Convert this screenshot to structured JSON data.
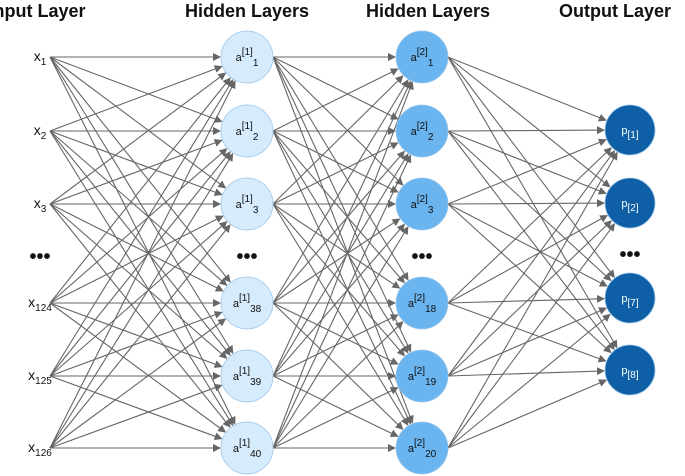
{
  "headers": [
    "Input Layer",
    "Hidden Layers",
    "Hidden Layers",
    "Output Layer"
  ],
  "layers": [
    {
      "nodes": [
        {
          "base": "x",
          "sub": "1"
        },
        {
          "base": "x",
          "sub": "2"
        },
        {
          "base": "x",
          "sub": "3"
        },
        {
          "ellipsis": "•••"
        },
        {
          "base": "x",
          "sub": "124"
        },
        {
          "base": "x",
          "sub": "125"
        },
        {
          "base": "x",
          "sub": "126"
        }
      ]
    },
    {
      "fill": "#d6ebfb",
      "nodes": [
        {
          "base": "a",
          "sup": "[1]",
          "sub": "1"
        },
        {
          "base": "a",
          "sup": "[1]",
          "sub": "2"
        },
        {
          "base": "a",
          "sup": "[1]",
          "sub": "3"
        },
        {
          "ellipsis": "•••"
        },
        {
          "base": "a",
          "sup": "[1]",
          "sub": "38"
        },
        {
          "base": "a",
          "sup": "[1]",
          "sub": "39"
        },
        {
          "base": "a",
          "sup": "[1]",
          "sub": "40"
        }
      ]
    },
    {
      "fill": "#6ab4ef",
      "nodes": [
        {
          "base": "a",
          "sup": "[2]",
          "sub": "1"
        },
        {
          "base": "a",
          "sup": "[2]",
          "sub": "2"
        },
        {
          "base": "a",
          "sup": "[2]",
          "sub": "3"
        },
        {
          "ellipsis": "•••"
        },
        {
          "base": "a",
          "sup": "[2]",
          "sub": "18"
        },
        {
          "base": "a",
          "sup": "[2]",
          "sub": "19"
        },
        {
          "base": "a",
          "sup": "[2]",
          "sub": "20"
        }
      ]
    },
    {
      "fill": "#0e5fa6",
      "nodes": [
        {
          "base": "p",
          "sub": "[1]"
        },
        {
          "base": "p",
          "sub": "[2]"
        },
        {
          "ellipsis": "•••"
        },
        {
          "base": "p",
          "sub": "[7]"
        },
        {
          "base": "p",
          "sub": "[8]"
        }
      ]
    }
  ],
  "edge_color": "#666666"
}
